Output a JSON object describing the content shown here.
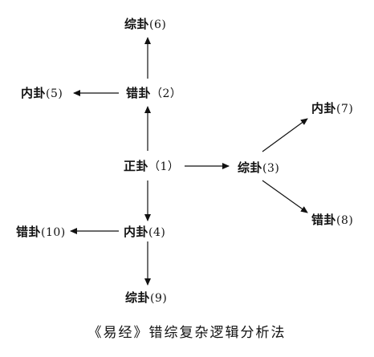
{
  "diagram": {
    "nodes": [
      {
        "id": "zheng-1",
        "gua": "正卦",
        "num": "（1）"
      },
      {
        "id": "cuo-2",
        "gua": "错卦",
        "num": "（2）"
      },
      {
        "id": "zong-3",
        "gua": "综卦",
        "num": "(3)"
      },
      {
        "id": "nei-4",
        "gua": "内卦",
        "num": "(4)"
      },
      {
        "id": "nei-5",
        "gua": "内卦",
        "num": "(5)"
      },
      {
        "id": "zong-6",
        "gua": "综卦",
        "num": "(6)"
      },
      {
        "id": "nei-7",
        "gua": "内卦",
        "num": "(7)"
      },
      {
        "id": "cuo-8",
        "gua": "错卦",
        "num": "(8)"
      },
      {
        "id": "zong-9",
        "gua": "综卦",
        "num": "(9)"
      },
      {
        "id": "cuo-10",
        "gua": "错卦",
        "num": "(10)"
      }
    ],
    "edges": [
      {
        "from": "zheng-1",
        "to": "cuo-2"
      },
      {
        "from": "zheng-1",
        "to": "zong-3"
      },
      {
        "from": "zheng-1",
        "to": "nei-4"
      },
      {
        "from": "cuo-2",
        "to": "nei-5"
      },
      {
        "from": "cuo-2",
        "to": "zong-6"
      },
      {
        "from": "zong-3",
        "to": "nei-7"
      },
      {
        "from": "zong-3",
        "to": "cuo-8"
      },
      {
        "from": "nei-4",
        "to": "zong-9"
      },
      {
        "from": "nei-4",
        "to": "cuo-10"
      }
    ]
  },
  "caption": "《易经》错综复杂逻辑分析法"
}
